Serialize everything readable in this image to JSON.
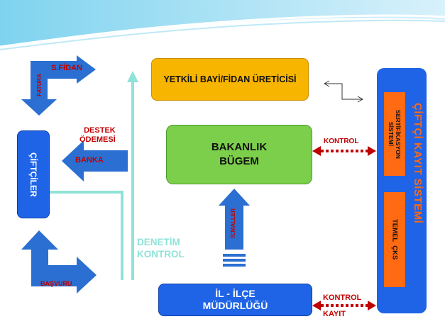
{
  "nodes": {
    "yetkili": "YETKİLİ BAYİ/FİDAN ÜRETİCİSİ",
    "bakanlik": "BAKANLIK\nBÜGEM",
    "ilce": "İL - İLÇE\nMÜDÜRLÜĞÜ",
    "ciftciler": "ÇİFTÇİLER",
    "ciftci_kayit": "ÇİFTÇİ KAYIT SİSTEMİ",
    "sertifikasyon": "SERTİFİKASYON\nSİSTEMİ",
    "temel_cks": "TEMEL  ÇKS"
  },
  "labels": {
    "s_fidan": "S.FİDAN",
    "fatura": "FATURA",
    "destek": "DESTEK\nÖDEMESİ",
    "banka": "BANKA",
    "basvuru": "BAŞVURU",
    "denetim": "DENETİM\nKONTROL",
    "icmaller": "İCMALLER",
    "kontrol_top": "KONTROL",
    "kontrol_bottom": "KONTROL",
    "kayit": "KAYIT"
  },
  "colors": {
    "blue_arrow": "#2a6fd1",
    "orange_box": "#f7b500",
    "green_box": "#7ccf4a",
    "red_text": "#c00000",
    "teal": "#8fe3d8",
    "orange_panel": "#ff6a13"
  }
}
